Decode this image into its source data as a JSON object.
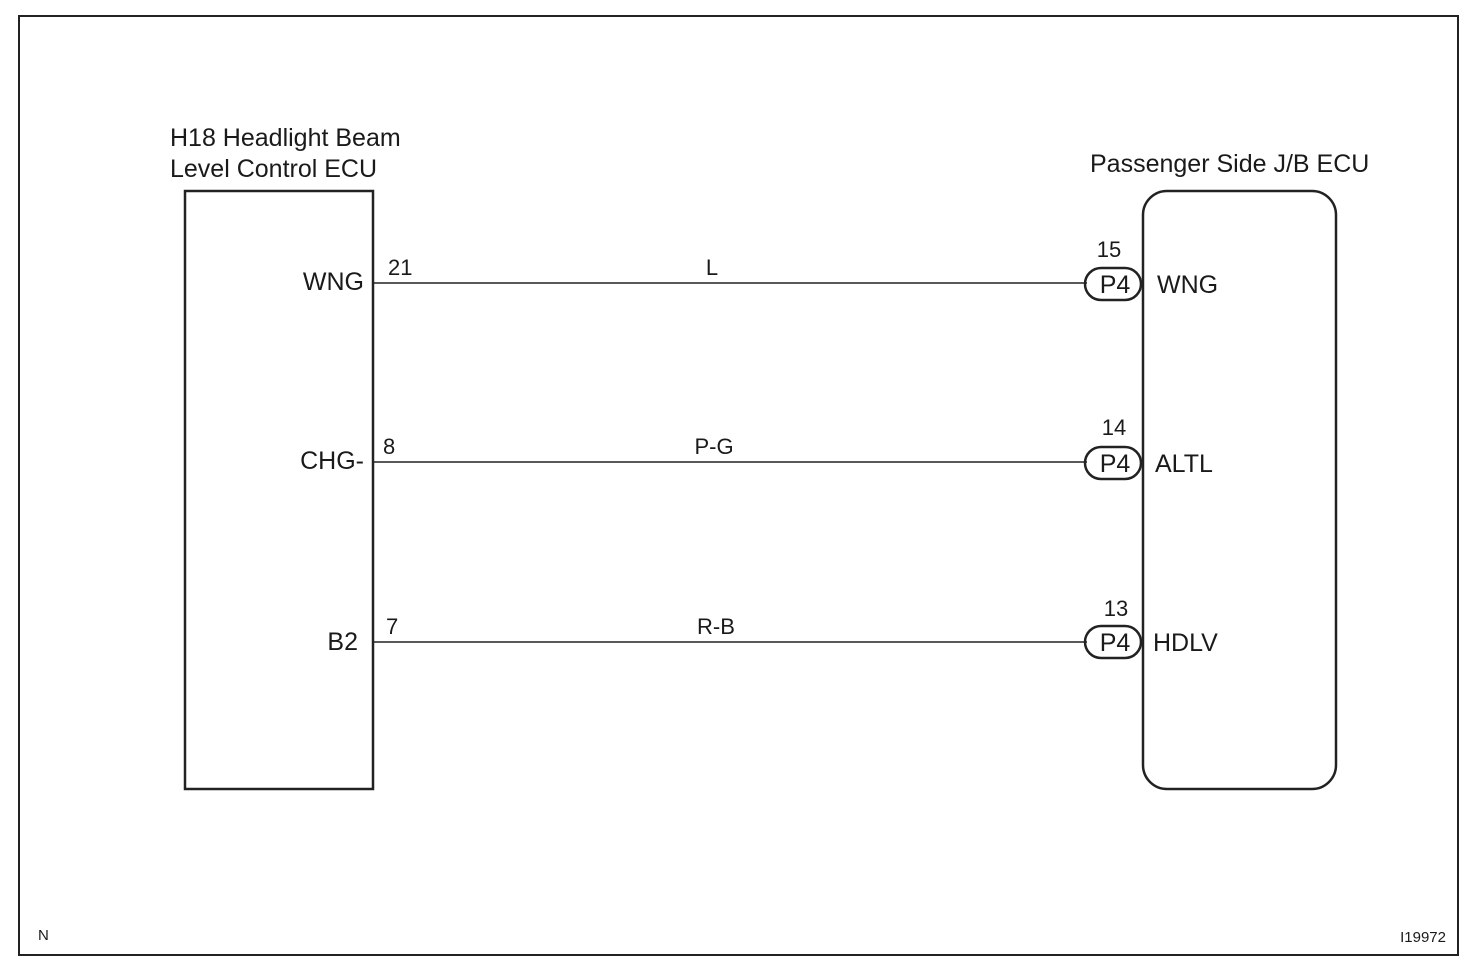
{
  "left_component": {
    "title_line1": "H18 Headlight Beam",
    "title_line2": "Level Control ECU"
  },
  "right_component": {
    "title": "Passenger Side J/B ECU"
  },
  "connections": [
    {
      "left_terminal": "WNG",
      "left_pin": "21",
      "wire_color": "L",
      "connector": "P4",
      "right_pin": "15",
      "right_terminal": "WNG"
    },
    {
      "left_terminal": "CHG-",
      "left_pin": "8",
      "wire_color": "P-G",
      "connector": "P4",
      "right_pin": "14",
      "right_terminal": "ALTL"
    },
    {
      "left_terminal": "B2",
      "left_pin": "7",
      "wire_color": "R-B",
      "connector": "P4",
      "right_pin": "13",
      "right_terminal": "HDLV"
    }
  ],
  "footer": {
    "left_mark": "N",
    "figure_code": "I19972"
  }
}
